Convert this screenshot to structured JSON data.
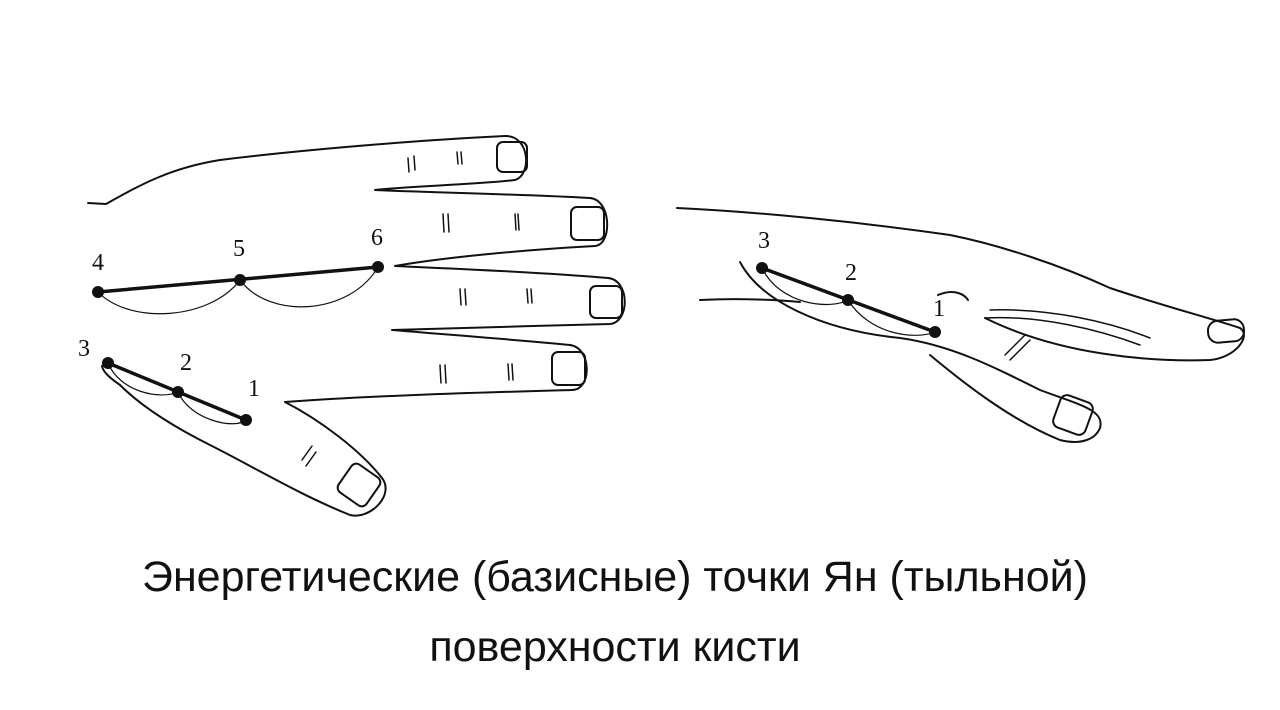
{
  "diagram": {
    "left_hand": {
      "upper_points": [
        "4",
        "5",
        "6"
      ],
      "thumb_points": [
        "3",
        "2",
        "1"
      ]
    },
    "right_hand": {
      "thumb_points": [
        "3",
        "2",
        "1"
      ]
    }
  },
  "caption": {
    "line1": "Энергетические (базисные) точки Ян (тыльной)",
    "line2": "поверхности кисти"
  }
}
